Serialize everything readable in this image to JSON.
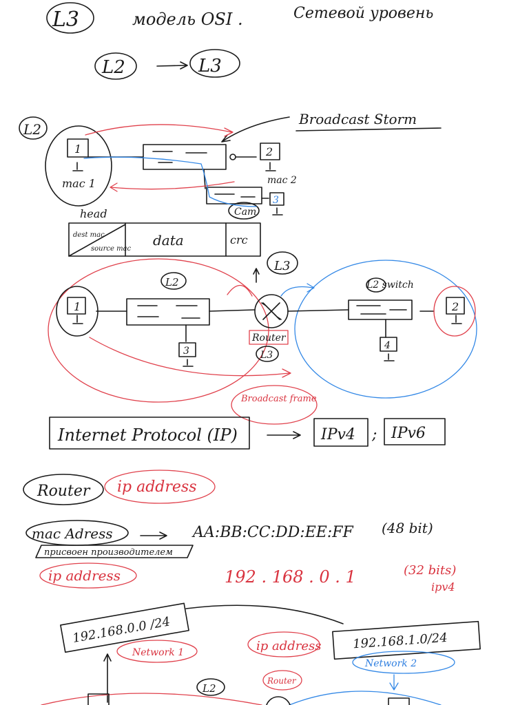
{
  "colors": {
    "ink": "#1a1a1a",
    "red": "#e0404b",
    "blue": "#3388e6",
    "paper": "#ffffff"
  },
  "header": {
    "l3_badge": "L3",
    "title": "модель OSI .",
    "subtitle": "Сетевой уровень",
    "flow_from": "L2",
    "flow_to": "L3"
  },
  "l2_section": {
    "badge": "L2",
    "broadcast_storm": "Broadcast Storm",
    "host1": "1",
    "host2": "2",
    "host3": "3",
    "mac1": "mac 1",
    "mac2": "mac 2",
    "cam": "Cam",
    "frame_label": "head",
    "frame_dest": "dest mac",
    "frame_source": "source mac",
    "frame_data": "data",
    "frame_crc": "crc"
  },
  "l3_section": {
    "badge": "L3",
    "l2_badge": "L2",
    "l2_switch": "L2 switch",
    "router": "Router",
    "router_l3": "L3",
    "host1": "1",
    "host2": "2",
    "host3": "3",
    "host4": "4",
    "broadcast_frame": "Broadcast frame"
  },
  "ip_section": {
    "protocol": "Internet Protocol (IP)",
    "ipv4": "IPv4",
    "separator": ";",
    "ipv6": "IPv6",
    "router": "Router",
    "ip_address": "ip address",
    "mac_address": "mac Adress",
    "mac_example": "AA:BB:CC:DD:EE:FF",
    "mac_bits": "(48 bit)",
    "mac_note": "присвоен производителем",
    "ip_address_2": "ip address",
    "ip_example": "192 . 168 . 0 . 1",
    "ip_bits": "(32 bits)",
    "ipv4_label": "ipv4"
  },
  "network_section": {
    "net1": "192.168.0.0 /24",
    "network1": "Network 1",
    "ip_address": "ip address",
    "net2": "192.168.1.0/24",
    "network2": "Network 2",
    "l2": "L2",
    "router": "Router"
  }
}
